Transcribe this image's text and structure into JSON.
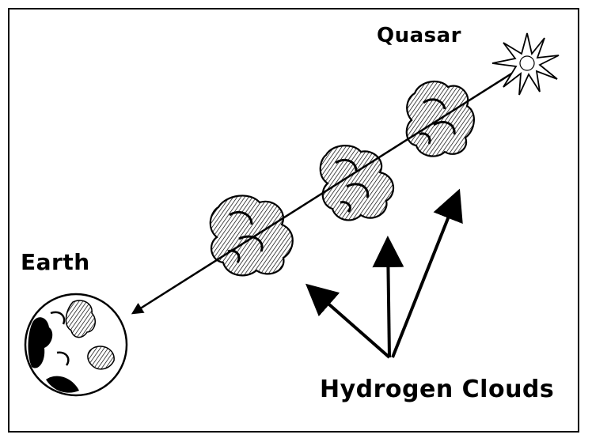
{
  "labels": {
    "quasar": "Quasar",
    "earth": "Earth",
    "hydrogen_clouds": "Hydrogen Clouds"
  },
  "colors": {
    "ink": "#000000",
    "background": "#ffffff"
  },
  "icons": {
    "quasar": "starburst-icon",
    "earth": "globe-icon",
    "cloud": "cloud-blob-icon"
  }
}
